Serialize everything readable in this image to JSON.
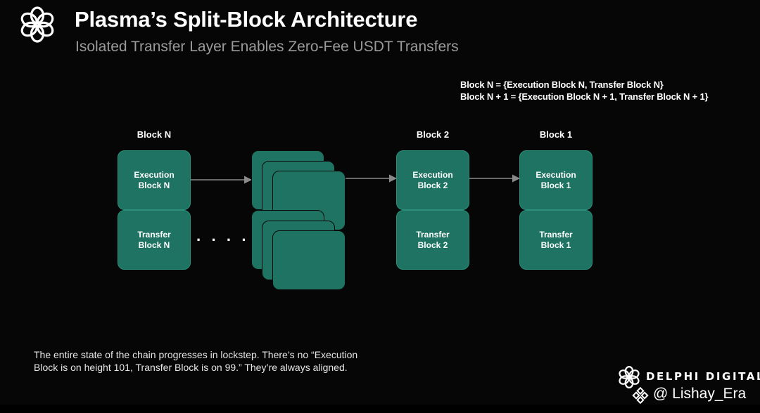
{
  "header": {
    "title": "Plasma’s Split-Block Architecture",
    "subtitle": "Isolated Transfer Layer Enables Zero-Fee USDT Transfers"
  },
  "formulas": [
    "Block N = {Execution Block N, Transfer Block N}",
    "Block N + 1 = {Execution Block N + 1, Transfer Block N + 1}"
  ],
  "columns": [
    {
      "label": "Block N",
      "execution": [
        "Execution",
        "Block N"
      ],
      "transfer": [
        "Transfer",
        "Block N"
      ]
    },
    {
      "label": "Block 2",
      "execution": [
        "Execution",
        "Block 2"
      ],
      "transfer": [
        "Transfer",
        "Block 2"
      ]
    },
    {
      "label": "Block 1",
      "execution": [
        "Execution",
        "Block 1"
      ],
      "transfer": [
        "Transfer",
        "Block 1"
      ]
    }
  ],
  "ellipsis": "· · · ·",
  "footer": {
    "note_line1": "The entire state of the chain progresses in lockstep. There’s no “Execution",
    "note_line2": "Block is on height 101, Transfer Block is on 99.” They’re always aligned."
  },
  "branding": {
    "name": "DELPHI DIGITAL",
    "watermark": "@ Lishay_Era"
  },
  "colors": {
    "background": "#060606",
    "block_fill": "#1e7362",
    "block_border": "#2b8f79",
    "arrow": "#8a8a8a",
    "subtitle": "#9a9a9a"
  },
  "icons": [
    "flower-logo-icon",
    "binance-diamond-icon",
    "arrow-right-icon"
  ]
}
